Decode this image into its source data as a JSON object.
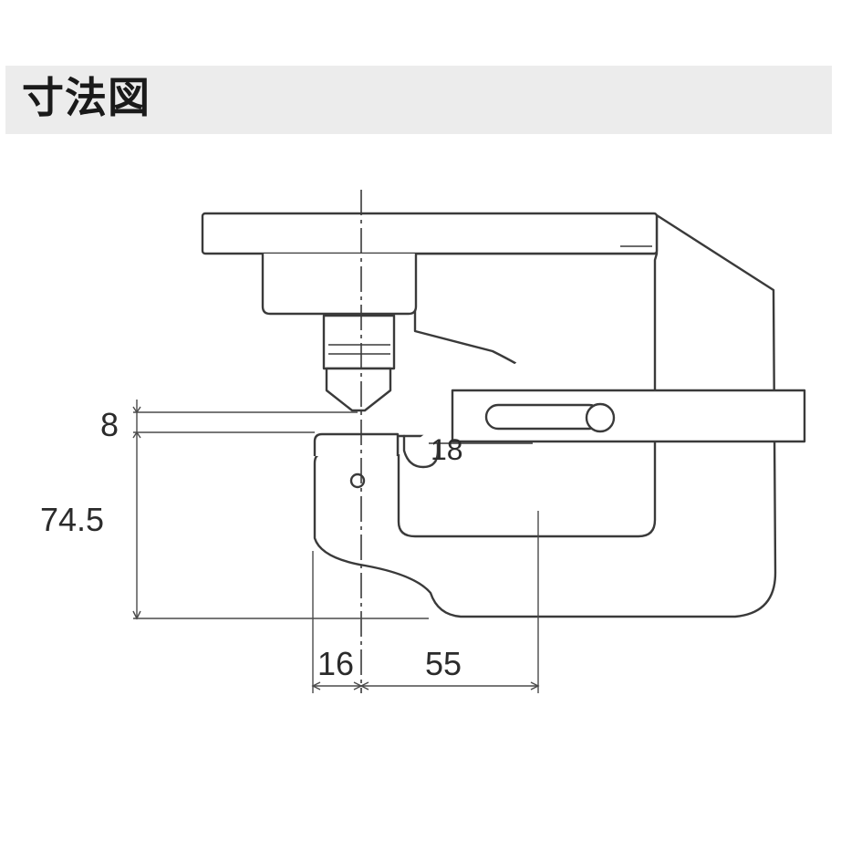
{
  "header": {
    "title": "寸法図"
  },
  "dimensions": {
    "gap": "8",
    "height": "74.5",
    "side_offset": "16",
    "throat_depth": "55",
    "stroke": "18"
  }
}
